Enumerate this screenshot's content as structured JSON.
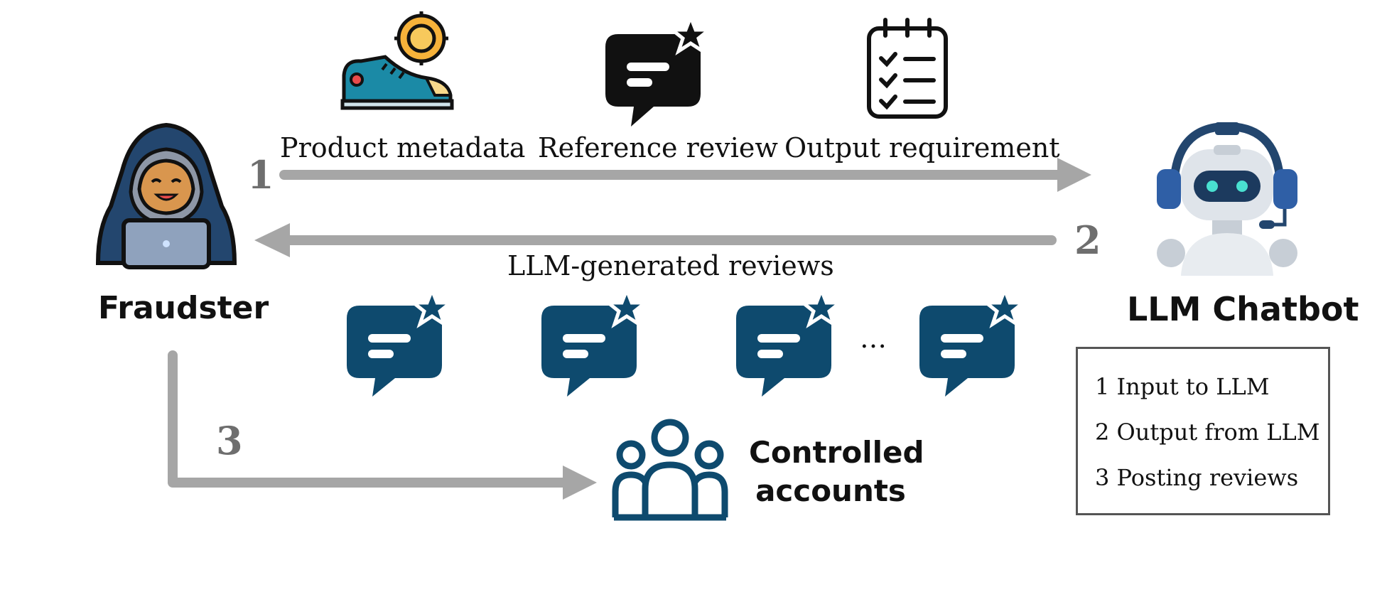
{
  "colors": {
    "arrow": "#a6a6a6",
    "accent": "#0e4a6e",
    "text": "#111111",
    "number": "#6e6e6e"
  },
  "inputs": [
    {
      "icon": "sneaker-icon",
      "label": "Product metadata"
    },
    {
      "icon": "review-star-icon",
      "label": "Reference review"
    },
    {
      "icon": "checklist-icon",
      "label": "Output requirement"
    }
  ],
  "actors": {
    "fraudster": "Fraudster",
    "chatbot": "LLM Chatbot",
    "accounts": "Controlled accounts"
  },
  "arrows": {
    "step1": "1",
    "step2": "2",
    "step3": "3",
    "output_label": "LLM-generated reviews"
  },
  "ellipsis": "…",
  "legend": [
    "1 Input to LLM",
    "2 Output from LLM",
    "3 Posting reviews"
  ]
}
